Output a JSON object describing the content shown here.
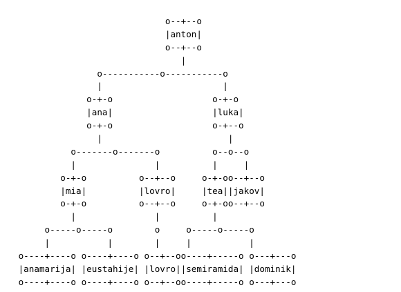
{
  "diagram": {
    "lines": [
      "                             o--+--o",
      "                             |anton|",
      "                             o--+--o",
      "                                |",
      "                o-----------o-----------o",
      "                |                       |",
      "              o-+-o                   o-+-o",
      "              |ana|                   |luka|",
      "              o-+-o                   o-+--o",
      "                |                        |",
      "           o-------o-------o          o--o--o",
      "           |               |          |     |",
      "         o-+-o          o--+--o     o-+-oo--+--o",
      "         |mia|          |lovro|     |tea||jakov|",
      "         o-+-o          o--+--o     o-+-oo--+--o",
      "           |               |          |",
      "      o-----o-----o        o     o-----o-----o",
      "      |           |        |     |           |",
      " o----+----o o----+----o o--+--oo----+-----o o---+---o",
      " |anamarija| |eustahije| |lovro||semiramida| |dominik|",
      " o----+----o o----+----o o--+--oo----+-----o o---+---o"
    ]
  }
}
